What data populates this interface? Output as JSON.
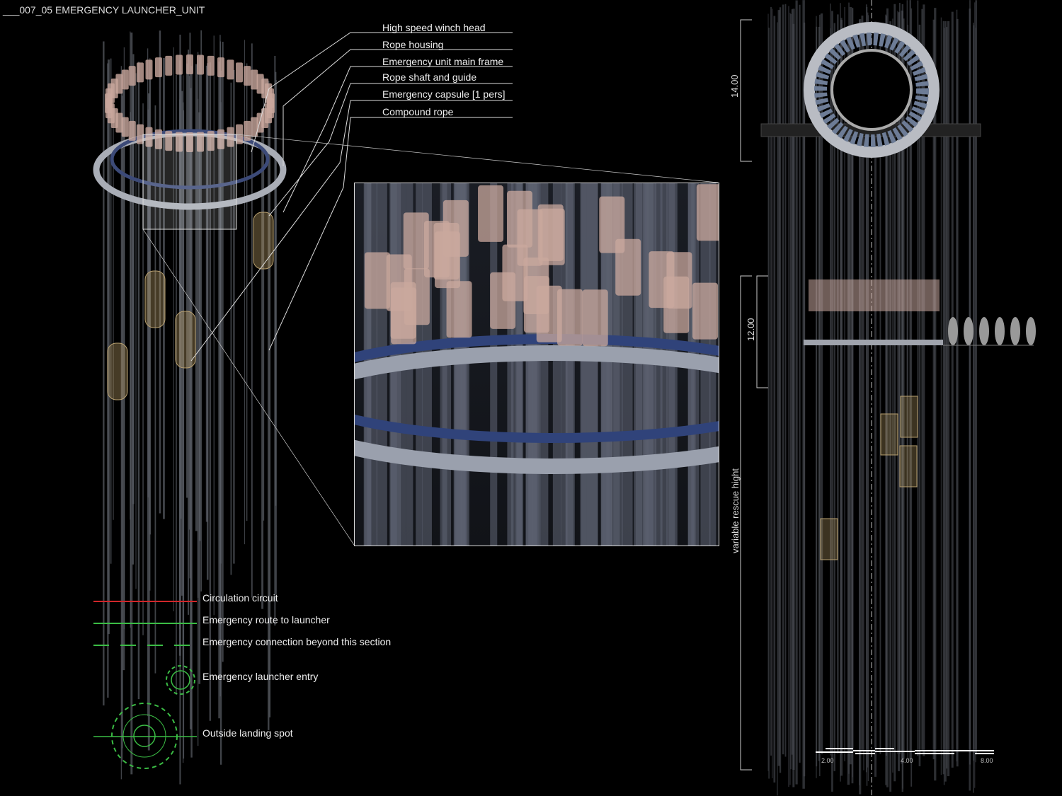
{
  "title": "___007_05 EMERGENCY LAUNCHER_UNIT",
  "callouts": [
    "High speed winch head",
    "Rope housing",
    "Emergency unit main frame",
    "Rope shaft and guide",
    "Emergency capsule [1 pers]",
    "Compound rope"
  ],
  "legend": {
    "circulation": "Circulation circuit",
    "route": "Emergency route to launcher",
    "connection": "Emergency connection beyond this section",
    "entry": "Emergency launcher entry",
    "landing": "Outside landing spot"
  },
  "dimensions": {
    "top": "14.00",
    "middle": "12.00",
    "variable": "variable rescue hight"
  },
  "scale": [
    "2.00",
    "4.00",
    "8.00"
  ],
  "colors": {
    "red": "#d0262a",
    "green": "#3bbd45",
    "rope": "#8a8f9a",
    "winch": "#c9a89e"
  }
}
